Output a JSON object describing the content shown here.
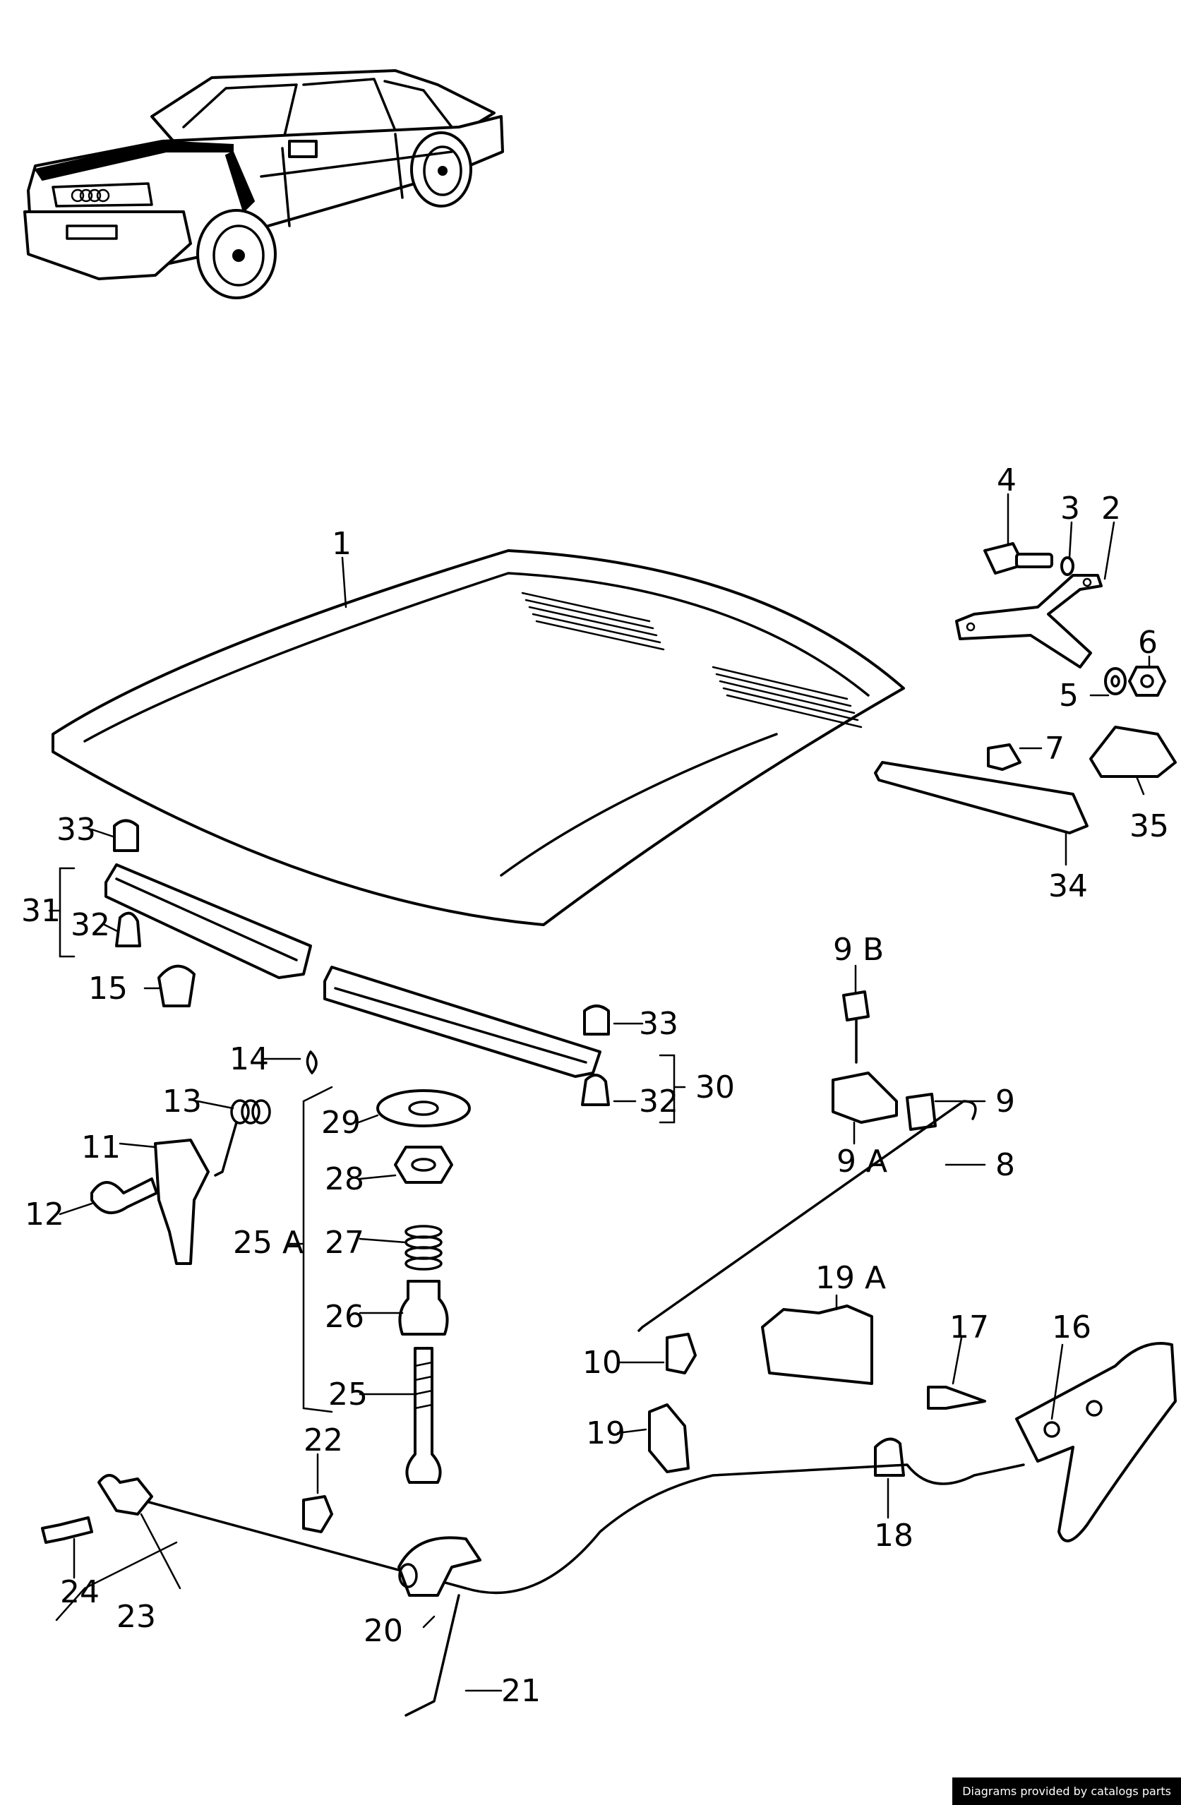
{
  "callouts": {
    "c1": "1",
    "c2": "2",
    "c3": "3",
    "c4": "4",
    "c5": "5",
    "c6": "6",
    "c7": "7",
    "c8": "8",
    "c9": "9",
    "c9a": "9 A",
    "c9b": "9 B",
    "c10": "10",
    "c11": "11",
    "c12": "12",
    "c13": "13",
    "c14": "14",
    "c15": "15",
    "c16": "16",
    "c17": "17",
    "c18": "18",
    "c19": "19",
    "c19a": "19 A",
    "c20": "20",
    "c21": "21",
    "c22": "22",
    "c23": "23",
    "c24": "24",
    "c25": "25",
    "c25a": "25 A",
    "c26": "26",
    "c27": "27",
    "c28": "28",
    "c29": "29",
    "c30": "30",
    "c31": "31",
    "c32a": "32",
    "c32b": "32",
    "c33a": "33",
    "c33b": "33",
    "c34": "34",
    "c35": "35"
  },
  "footer": {
    "credit": "Diagrams provided by catalogs parts"
  }
}
